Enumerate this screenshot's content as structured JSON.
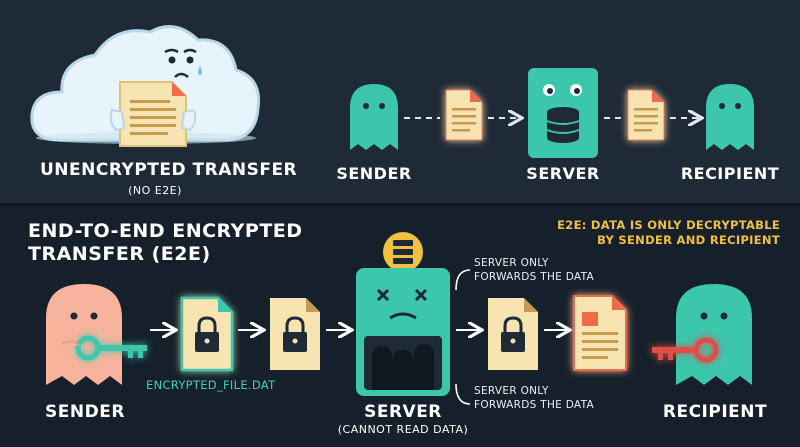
{
  "top": {
    "left_label": "UNENCRYPTED TRANSFER",
    "left_sublabel": "(NO E2E)",
    "sender_label": "SENDER",
    "server_label": "SERVER",
    "recipient_label": "RECIPIENT"
  },
  "bottom": {
    "title_line1": "END-TO-END ENCRYPTED",
    "title_line2": "TRANSFER (E2E)",
    "note_line1": "E2E: DATA IS ONLY DECRYPTABLE",
    "note_line2": "BY SENDER AND RECIPIENT",
    "server_note_top_line1": "SERVER ONLY",
    "server_note_top_line2": "FORWARDS THE DATA",
    "server_note_bottom_line1": "SERVER ONLY",
    "server_note_bottom_line2": "FORWARDS THE DATA",
    "file_name": "ENCRYPTED_FILE.DAT",
    "sender_label": "SENDER",
    "server_label": "SERVER",
    "server_sublabel": "(CANNOT READ DATA)",
    "recipient_label": "RECIPIENT"
  },
  "colors": {
    "teal": "#3cc7ad",
    "peach": "#f7b39c",
    "paper": "#f7e4b0",
    "accent_orange": "#ef6b4a",
    "note_yellow": "#f0c040",
    "key_red": "#e05046"
  }
}
